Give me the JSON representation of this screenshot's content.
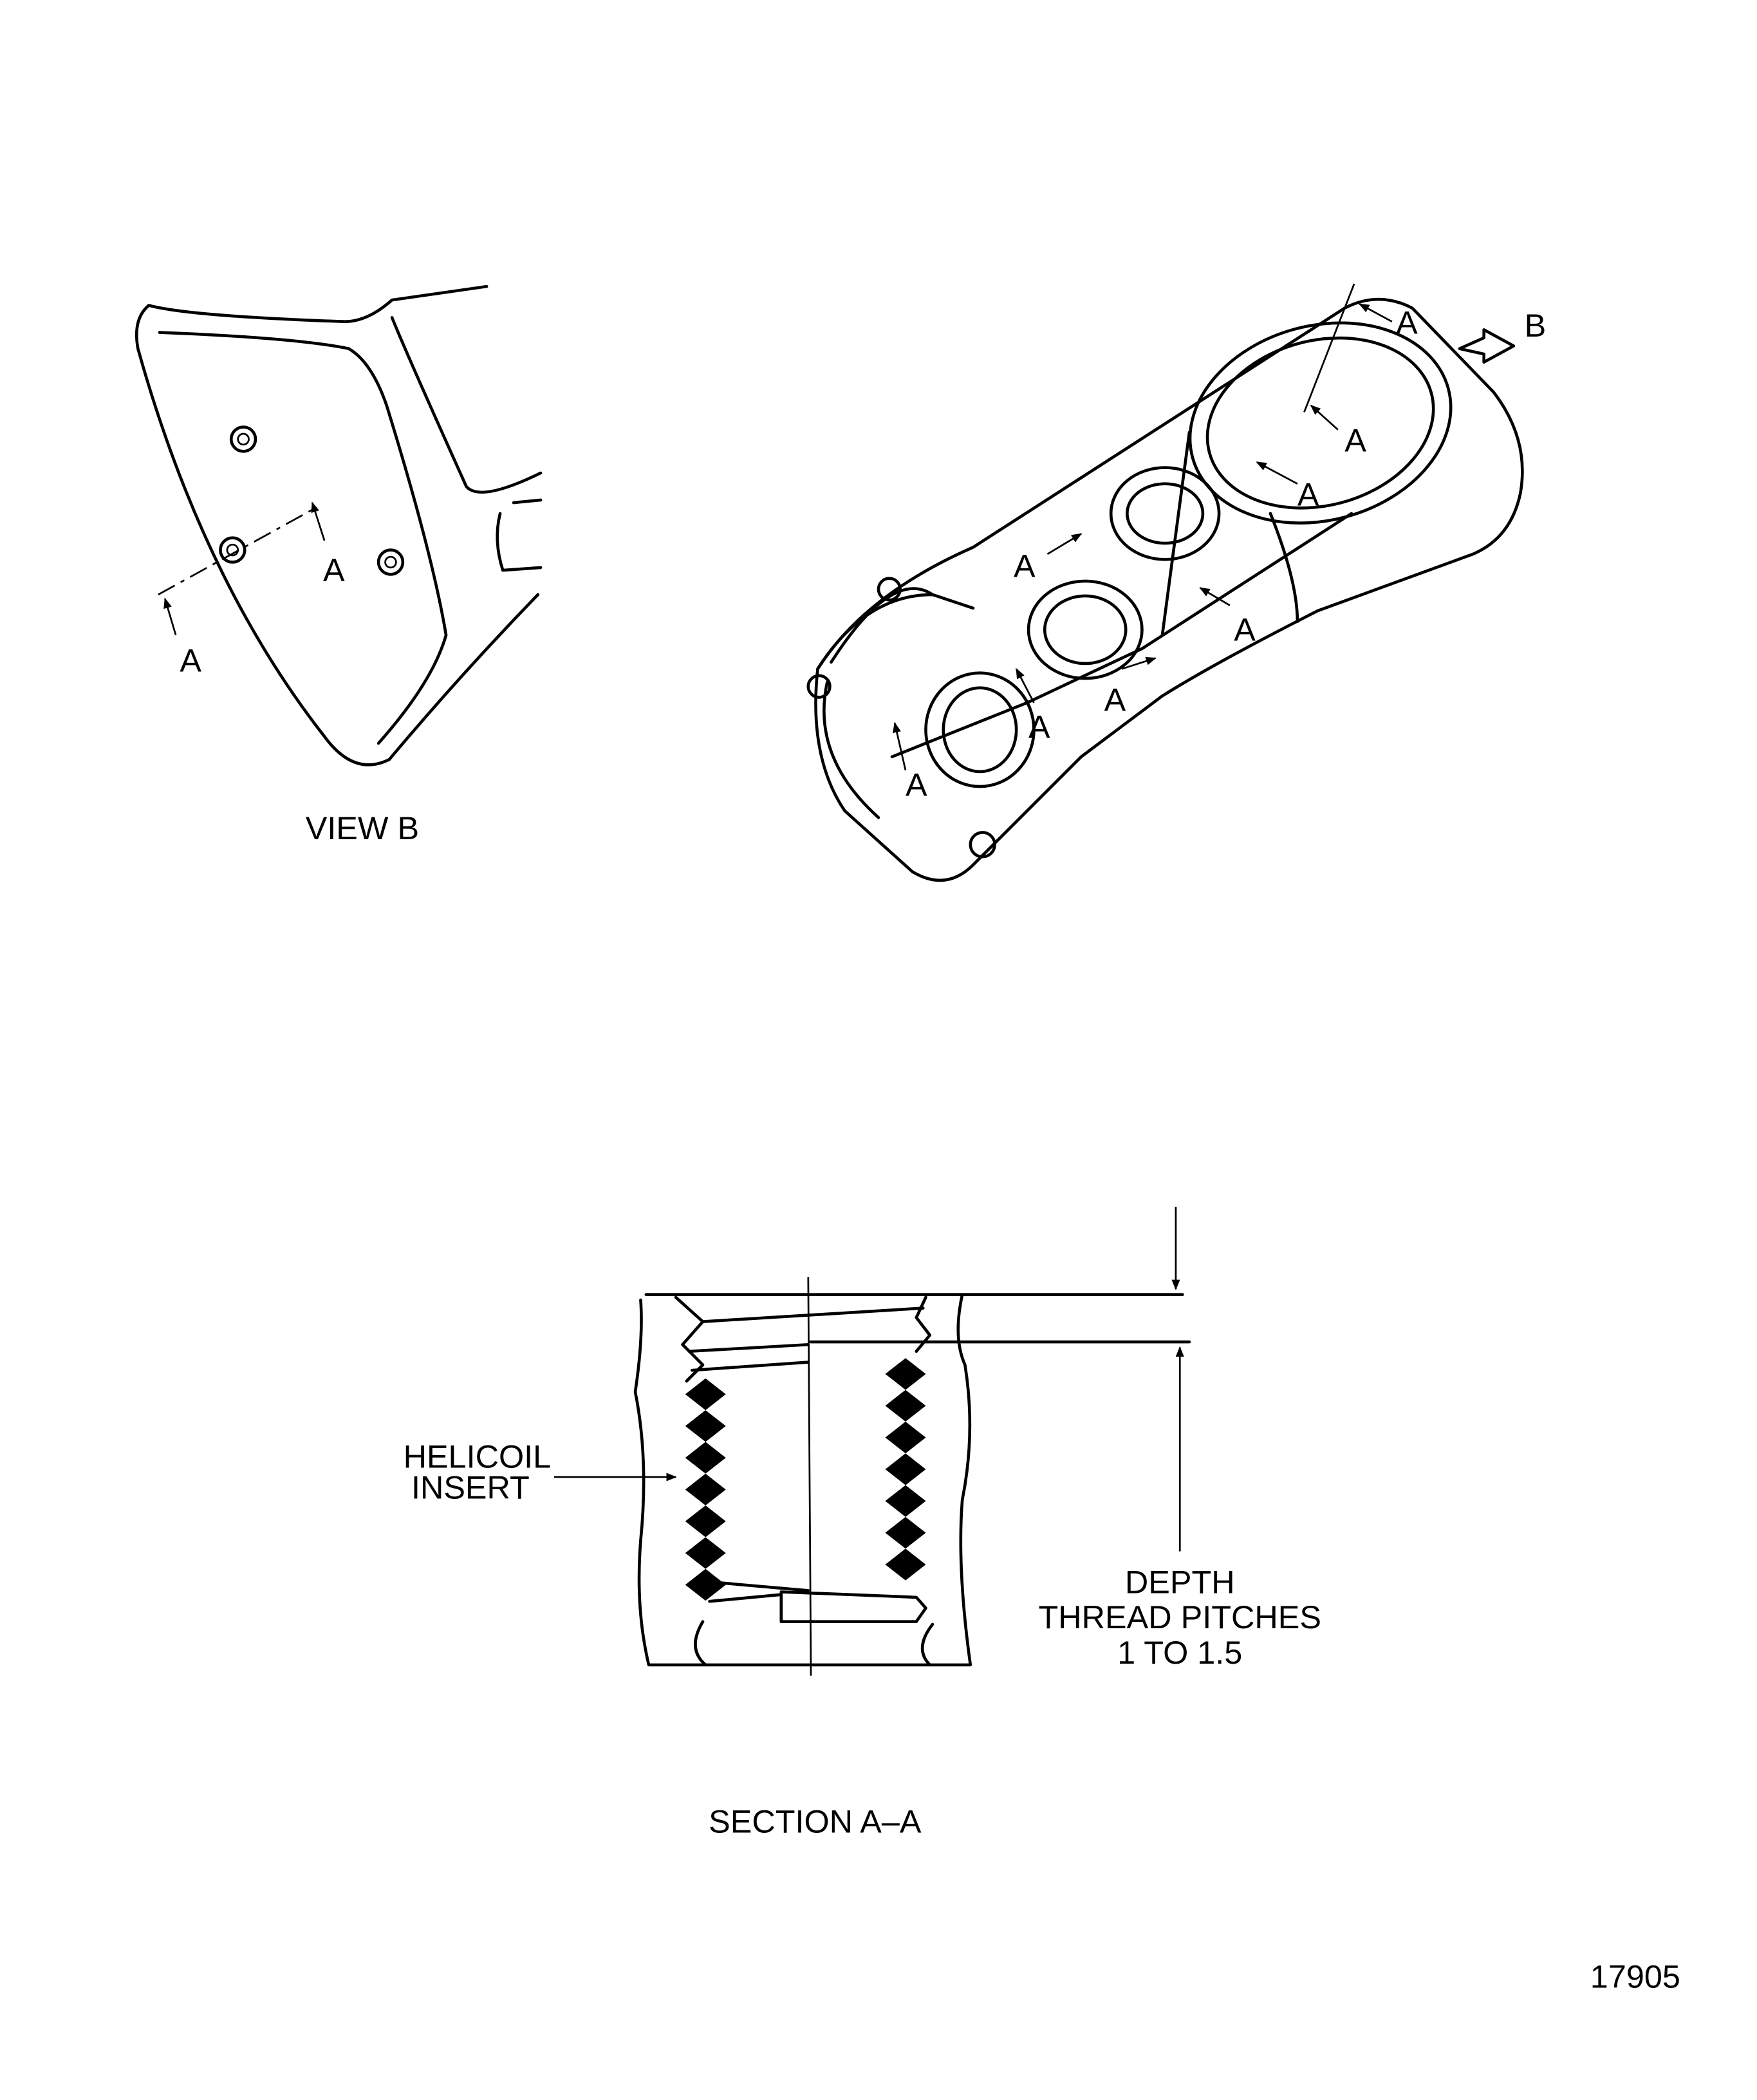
{
  "view_b": {
    "title": "VIEW B",
    "labels": [
      "A",
      "A"
    ]
  },
  "housing": {
    "labels": [
      "A",
      "A",
      "A",
      "A",
      "A",
      "A",
      "A",
      "A"
    ],
    "view_pointer": "B"
  },
  "section": {
    "title": "SECTION A–A",
    "insert_label": [
      "HELICOIL",
      "INSERT"
    ],
    "depth_label": [
      "DEPTH",
      "THREAD PITCHES",
      "1 TO 1.5"
    ]
  },
  "figure_number": "17905"
}
